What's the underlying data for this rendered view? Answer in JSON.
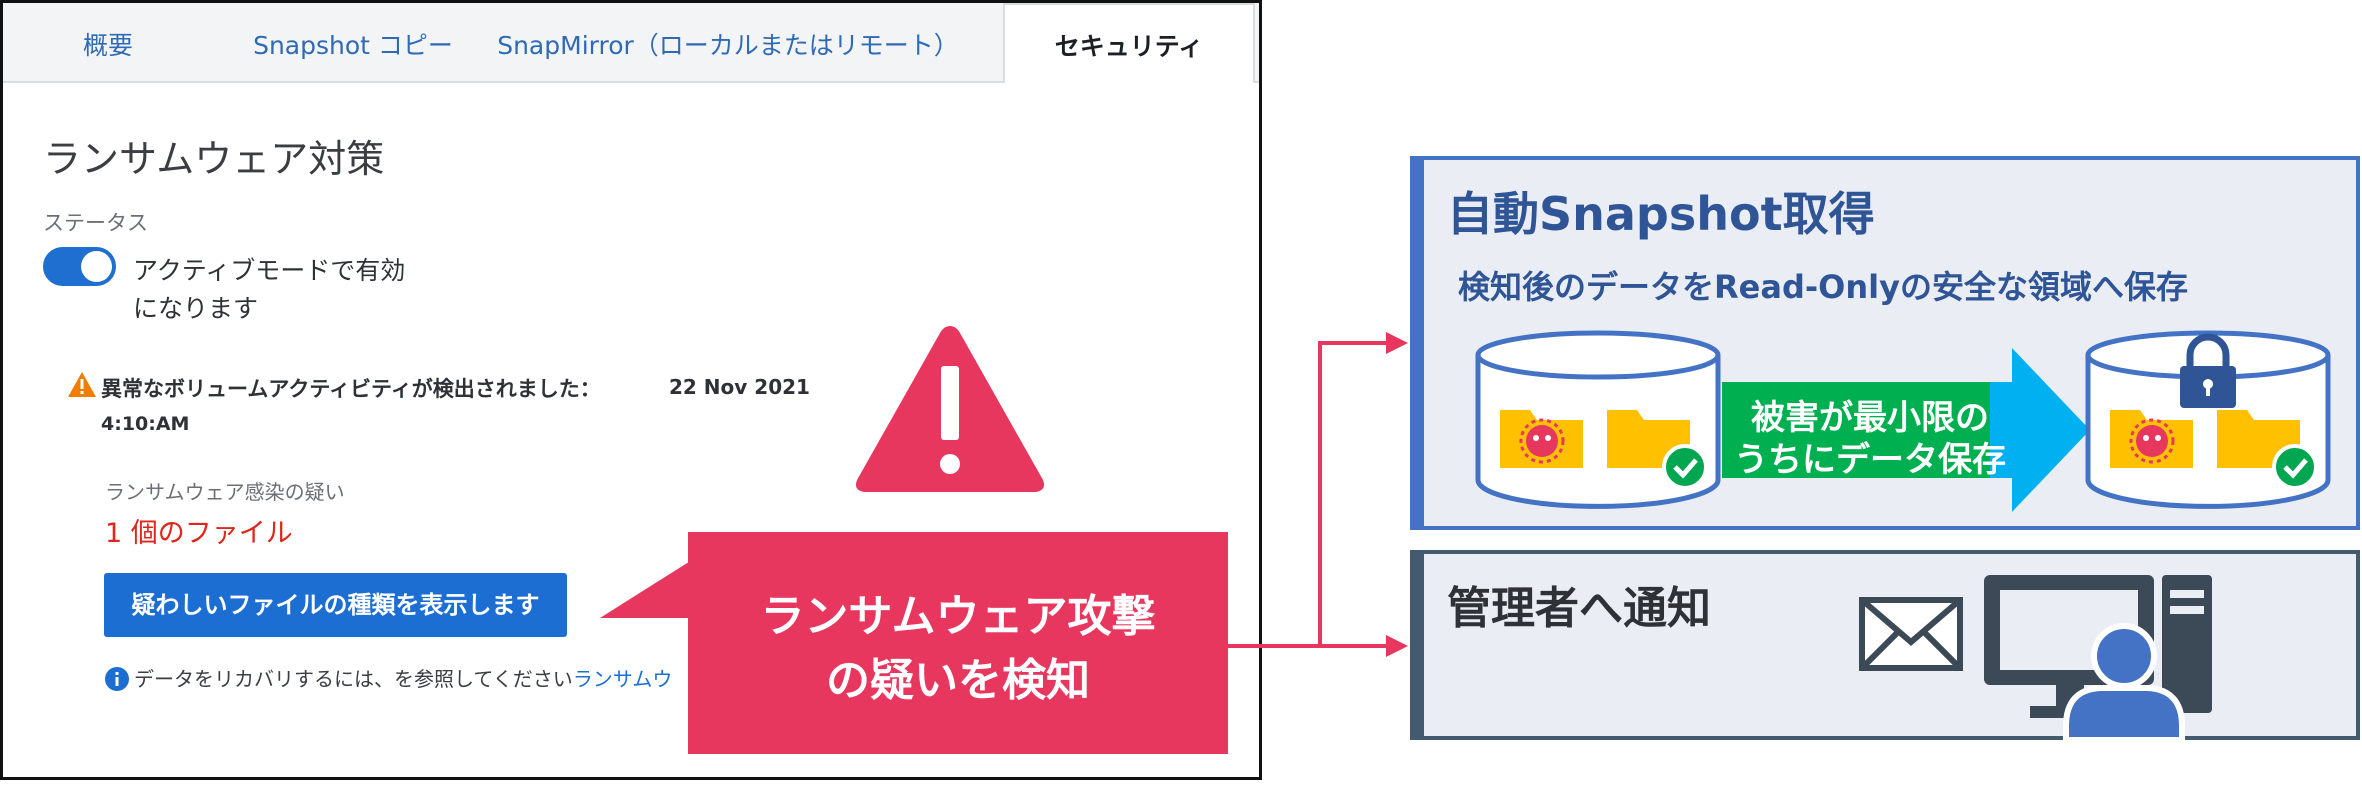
{
  "tabs": [
    {
      "label": "概要"
    },
    {
      "label": "Snapshot コピー"
    },
    {
      "label": "SnapMirror（ローカルまたはリモート）"
    },
    {
      "label": "セキュリティ",
      "active": true
    }
  ],
  "security": {
    "title": "ランサムウェア対策",
    "status_label": "ステータス",
    "toggle_on": true,
    "toggle_text_line1": "アクティブモードで有効",
    "toggle_text_line2": "になります",
    "alert_text": "異常なボリュームアクティビティが検出されました：",
    "alert_date": "22 Nov 2021",
    "alert_time": "4:10:AM",
    "suspect_label": "ランサムウェア感染の疑い",
    "file_count": "1 個のファイル",
    "suspect_button": "疑わしいファイルの種類を表示します",
    "info_text": "データをリカバリするには、を参照してください",
    "info_link": "ランサムウ"
  },
  "callout": {
    "line1": "ランサムウェア攻撃",
    "line2": "の疑いを検知"
  },
  "snapshot_box": {
    "title": "自動Snapshot取得",
    "subtitle": "検知後のデータをRead-Onlyの安全な領域へ保存",
    "arrow_line1": "被害が最小限の",
    "arrow_line2": "うちにデータ保存"
  },
  "notify_box": {
    "title": "管理者へ通知"
  },
  "colors": {
    "accent_blue": "#1d6ed3",
    "alert_pink": "#e8375f",
    "box_blue": "#4473c5",
    "box_slate": "#445a6e",
    "green_arrow": "#00b050",
    "cyan_arrow": "#00b0f0",
    "folder_yellow": "#ffc000"
  },
  "icons": [
    "warning-icon",
    "info-icon",
    "virus-icon",
    "check-icon",
    "lock-icon",
    "mail-icon",
    "computer-icon",
    "user-icon",
    "database-icon",
    "folder-icon"
  ]
}
